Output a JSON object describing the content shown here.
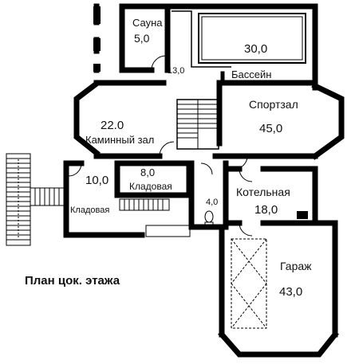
{
  "caption": "План цок. этажа",
  "rooms": {
    "sauna": {
      "name": "Сауна",
      "area": "5,0"
    },
    "corridor": {
      "area": "13,0"
    },
    "pool": {
      "name": "Бассейн",
      "area": "30,0"
    },
    "fireplace": {
      "name": "Каминный зал",
      "area": "22.0"
    },
    "gym": {
      "name": "Спортзал",
      "area": "45,0"
    },
    "storage1": {
      "name": "Кладовая",
      "area": "10,0"
    },
    "storage2": {
      "name": "Кладовая",
      "area": "8,0"
    },
    "wc": {
      "area": "4,0"
    },
    "boiler": {
      "name": "Котельная",
      "area": "18,0"
    },
    "garage": {
      "name": "Гараж",
      "area": "43,0"
    }
  }
}
